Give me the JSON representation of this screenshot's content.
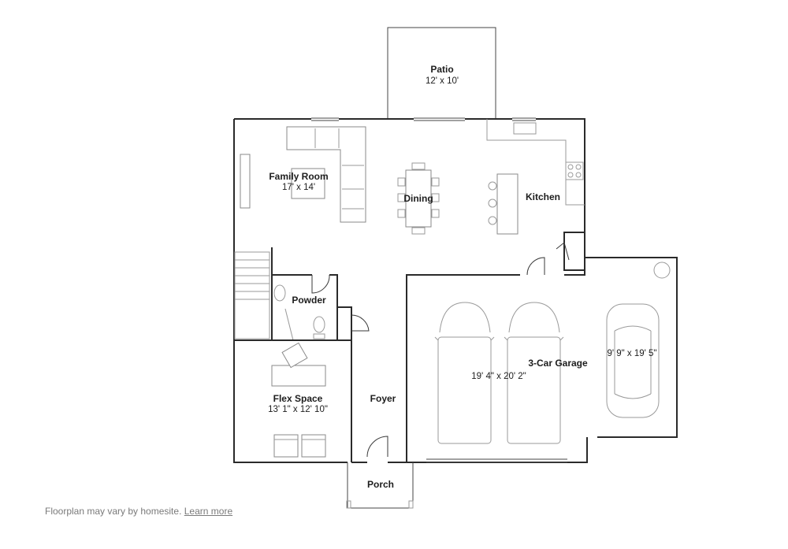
{
  "rooms": {
    "patio": {
      "name": "Patio",
      "dims": "12' x 10'"
    },
    "family_room": {
      "name": "Family Room",
      "dims": "17' x 14'"
    },
    "dining": {
      "name": "Dining"
    },
    "kitchen": {
      "name": "Kitchen"
    },
    "powder": {
      "name": "Powder"
    },
    "flex_space": {
      "name": "Flex Space",
      "dims": "13' 1\" x 12' 10\""
    },
    "foyer": {
      "name": "Foyer"
    },
    "garage": {
      "name": "3-Car Garage",
      "dims_main": "19' 4\" x 20' 2\"",
      "dims_side": "9' 9\" x 19' 5\""
    },
    "porch": {
      "name": "Porch"
    }
  },
  "footer": {
    "note": "Floorplan may vary by homesite.",
    "link": "Learn more"
  }
}
